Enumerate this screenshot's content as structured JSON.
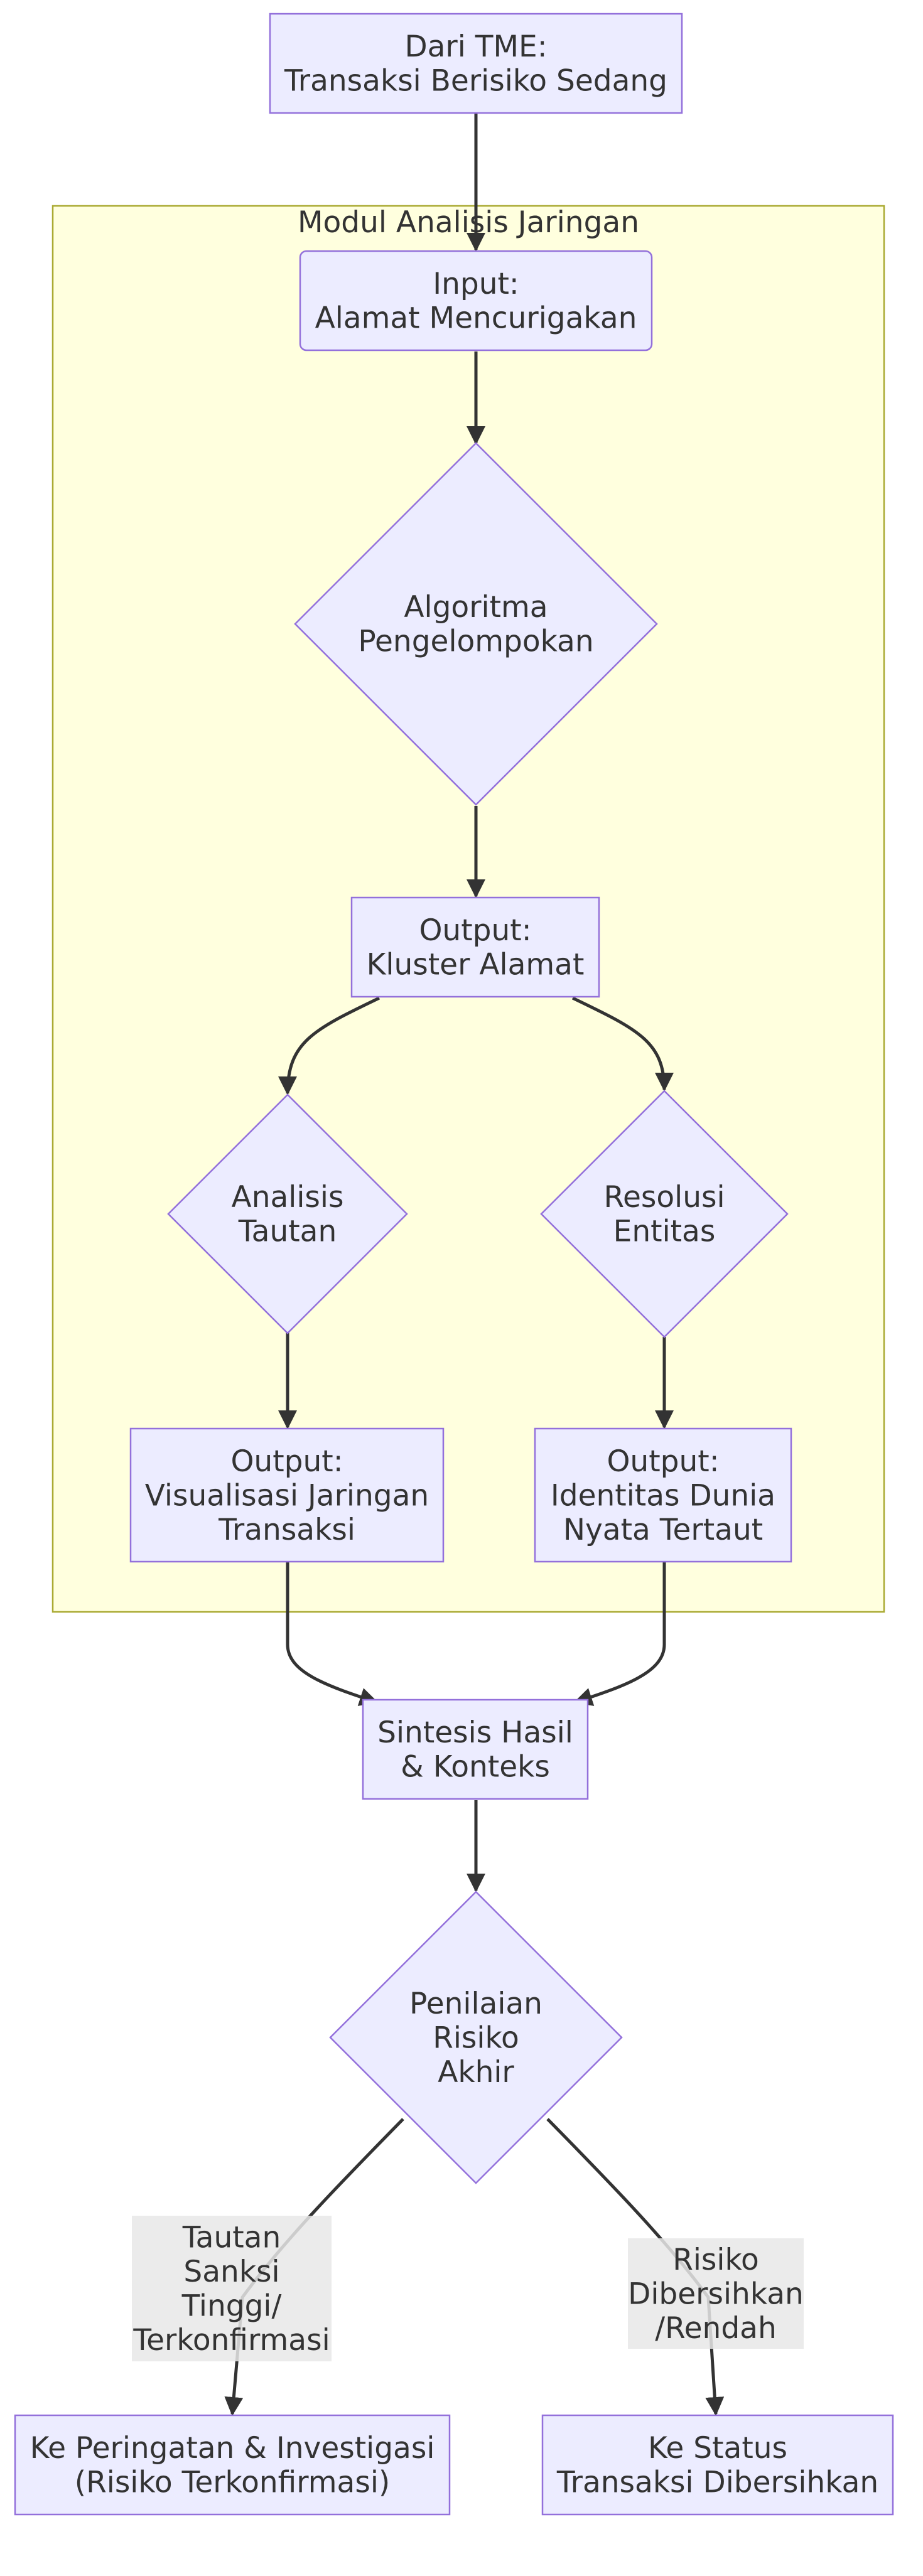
{
  "colors": {
    "node_fill": "#ECECFF",
    "node_stroke": "#9370DB",
    "group_fill": "#FFFFDE",
    "group_stroke": "#AAAA33",
    "edge": "#333333",
    "edge_label_bg": "#E8E8E8",
    "text": "#333333"
  },
  "group": {
    "title": "Modul Analisis Jaringan"
  },
  "nodes": {
    "start": {
      "lines": [
        "Dari TME:",
        "Transaksi Berisiko Sedang"
      ]
    },
    "input": {
      "lines": [
        "Input:",
        "Alamat Mencurigakan"
      ]
    },
    "clustering": {
      "lines": [
        "Algoritma",
        "Pengelompokan"
      ]
    },
    "cluster_out": {
      "lines": [
        "Output:",
        "Kluster Alamat"
      ]
    },
    "link_analysis": {
      "lines": [
        "Analisis",
        "Tautan"
      ]
    },
    "entity_resolution": {
      "lines": [
        "Resolusi",
        "Entitas"
      ]
    },
    "viz_out": {
      "lines": [
        "Output:",
        "Visualisasi Jaringan",
        "Transaksi"
      ]
    },
    "identity_out": {
      "lines": [
        "Output:",
        "Identitas Dunia",
        "Nyata Tertaut"
      ]
    },
    "synthesis": {
      "lines": [
        "Sintesis Hasil",
        "& Konteks"
      ]
    },
    "final_risk": {
      "lines": [
        "Penilaian",
        "Risiko",
        "Akhir"
      ]
    },
    "alert": {
      "lines": [
        "Ke Peringatan & Investigasi",
        "(Risiko Terkonfirmasi)"
      ]
    },
    "cleared": {
      "lines": [
        "Ke Status",
        "Transaksi Dibersihkan"
      ]
    }
  },
  "edge_labels": {
    "sanction": {
      "lines": [
        "Tautan",
        "Sanksi",
        "Tinggi/",
        "Terkonfirmasi"
      ]
    },
    "clean": {
      "lines": [
        "Risiko",
        "Dibersihkan",
        "/Rendah"
      ]
    }
  }
}
